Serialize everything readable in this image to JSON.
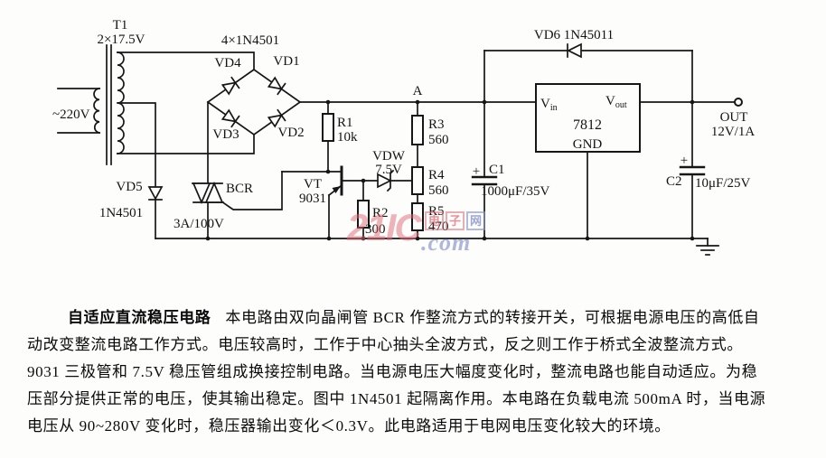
{
  "circuit": {
    "transformer": {
      "ref": "T1",
      "spec": "2×17.5V"
    },
    "mains": {
      "label": "~220V"
    },
    "bridge": {
      "set_label": "4×1N4501",
      "vd1": "VD1",
      "vd2": "VD2",
      "vd3": "VD3",
      "vd4": "VD4"
    },
    "vd5": {
      "ref": "VD5",
      "spec": "1N4501"
    },
    "bcr": {
      "ref": "BCR",
      "spec": "3A/100V"
    },
    "vt": {
      "ref": "VT",
      "spec": "9031"
    },
    "r1": {
      "ref": "R1",
      "value": "10k"
    },
    "r2": {
      "ref": "R2",
      "value": "300"
    },
    "r3": {
      "ref": "R3",
      "value": "560"
    },
    "r4": {
      "ref": "R4",
      "value": "560"
    },
    "r5": {
      "ref": "R5",
      "value": "470"
    },
    "vdw": {
      "ref": "VDW",
      "value": "7.5V"
    },
    "node_a": "A",
    "vd6": {
      "label": "VD6 1N45011"
    },
    "regulator": {
      "part": "7812",
      "v": "V",
      "in_sub": "in",
      "out_sub": "out",
      "gnd": "GND"
    },
    "c1": {
      "ref": "C1",
      "value": "1000μF/35V",
      "polarity": "+"
    },
    "c2": {
      "ref": "C2",
      "value": "10μF/25V",
      "polarity": "+"
    },
    "output": {
      "label": "OUT",
      "spec": "12V/1A"
    }
  },
  "watermark": {
    "brand": "21IC",
    "cn_chars": [
      "电",
      "子",
      "网"
    ],
    "domain": ".com",
    "pink": "#e06a76",
    "blue": "#8c96cd"
  },
  "description": {
    "title": "自适应直流稳压电路",
    "line1_rest": "本电路由双向晶闸管 BCR 作整流方式的转接开关，可根据电源电压的高低自",
    "lines": [
      "动改变整流电路工作方式。电压较高时，工作于中心抽头全波方式，反之则工作于桥式全波整流方式。",
      "9031 三极管和 7.5V 稳压管组成换接控制电路。当电源电压大幅度变化时，整流电路也能自动适应。为稳",
      "压部分提供正常的电压，使其输出稳定。图中 1N4501 起隔离作用。本电路在负载电流 500mA 时，当电源",
      "电压从 90~280V 变化时，稳压器输出变化＜0.3V。此电路适用于电网电压变化较大的环境。"
    ]
  }
}
